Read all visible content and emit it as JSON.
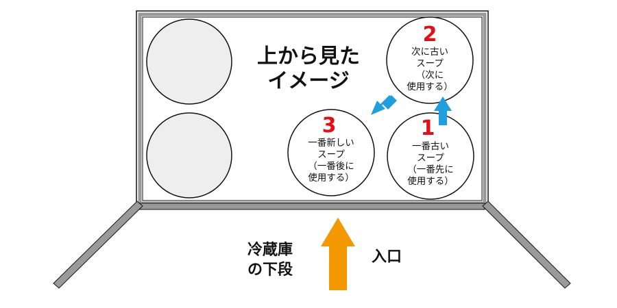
{
  "diagram": {
    "heading": [
      "上から見た",
      "イメージ"
    ],
    "circles": [
      {
        "number": "2",
        "lines": [
          "次に古い",
          "スープ",
          "（次に",
          "使用する）"
        ]
      },
      {
        "number": "3",
        "lines": [
          "一番新しい",
          "スープ",
          "（一番後に",
          "使用する）"
        ]
      },
      {
        "number": "1",
        "lines": [
          "一番古い",
          "スープ",
          "（一番先に",
          "使用する）"
        ]
      }
    ],
    "fridge_label": [
      "冷蔵庫",
      "の下段"
    ],
    "entrance_label": "入口"
  },
  "colors": {
    "frame": "#9a9a9a",
    "empty_circle": "#eeeeee",
    "number_red": "#e30e16",
    "arrow_blue": "#1f9fe0",
    "arrow_orange": "#f39800"
  }
}
